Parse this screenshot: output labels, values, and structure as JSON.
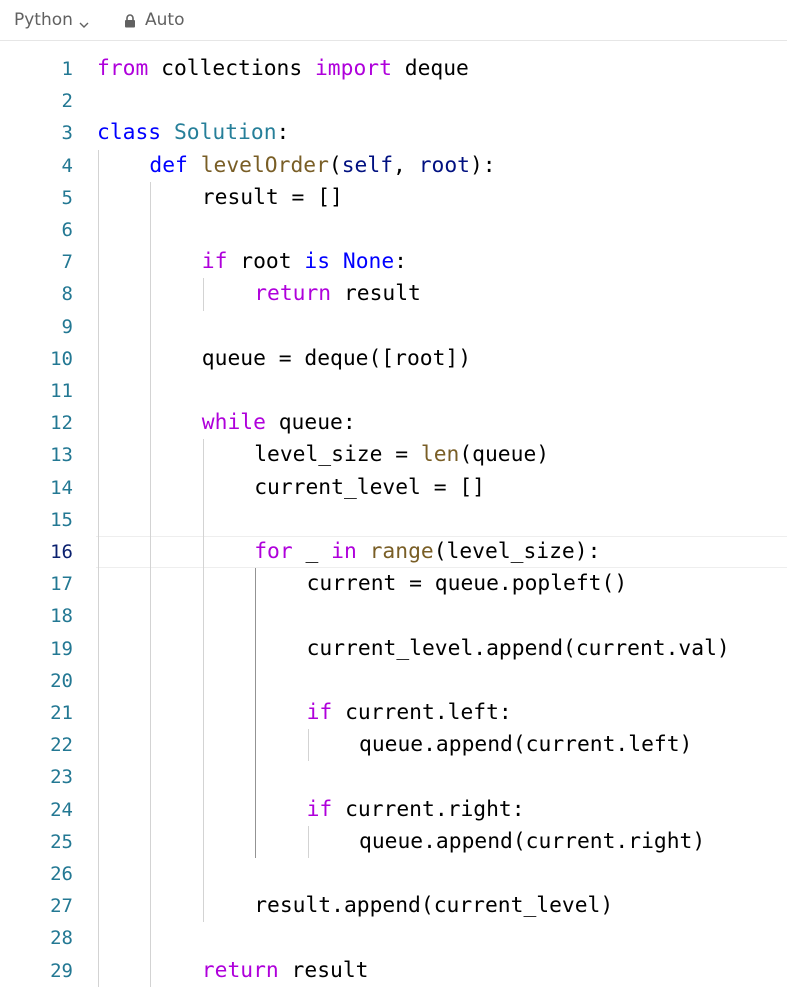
{
  "toolbar": {
    "language": "Python",
    "mode": "Auto",
    "icons": {
      "chevron": "chevron-down-icon",
      "lock": "lock-icon"
    }
  },
  "editor": {
    "active_line": 16,
    "colors": {
      "keyword": "#af00db",
      "builtin_keyword": "#0000ff",
      "class_name": "#267f99",
      "function_name": "#795e26",
      "parameter": "#001080",
      "line_number": "#237893"
    },
    "lines": [
      {
        "n": "1",
        "indent": 0,
        "tokens": [
          [
            "kw",
            "from"
          ],
          [
            "t",
            " collections "
          ],
          [
            "kw",
            "import"
          ],
          [
            "t",
            " deque"
          ]
        ]
      },
      {
        "n": "2",
        "indent": 0,
        "tokens": []
      },
      {
        "n": "3",
        "indent": 0,
        "tokens": [
          [
            "kb",
            "class"
          ],
          [
            "t",
            " "
          ],
          [
            "cls",
            "Solution"
          ],
          [
            "t",
            ":"
          ]
        ]
      },
      {
        "n": "4",
        "indent": 1,
        "tokens": [
          [
            "kb",
            "def"
          ],
          [
            "t",
            " "
          ],
          [
            "fn",
            "levelOrder"
          ],
          [
            "t",
            "("
          ],
          [
            "pm",
            "self"
          ],
          [
            "t",
            ", "
          ],
          [
            "pm",
            "root"
          ],
          [
            "t",
            "):"
          ]
        ]
      },
      {
        "n": "5",
        "indent": 2,
        "tokens": [
          [
            "t",
            "result = []"
          ]
        ]
      },
      {
        "n": "6",
        "indent": 0,
        "tokens": []
      },
      {
        "n": "7",
        "indent": 2,
        "tokens": [
          [
            "kw",
            "if"
          ],
          [
            "t",
            " root "
          ],
          [
            "kb",
            "is"
          ],
          [
            "t",
            " "
          ],
          [
            "kb",
            "None"
          ],
          [
            "t",
            ":"
          ]
        ]
      },
      {
        "n": "8",
        "indent": 3,
        "tokens": [
          [
            "kw",
            "return"
          ],
          [
            "t",
            " result"
          ]
        ]
      },
      {
        "n": "9",
        "indent": 0,
        "tokens": []
      },
      {
        "n": "10",
        "indent": 2,
        "tokens": [
          [
            "t",
            "queue = deque([root])"
          ]
        ]
      },
      {
        "n": "11",
        "indent": 0,
        "tokens": []
      },
      {
        "n": "12",
        "indent": 2,
        "tokens": [
          [
            "kw",
            "while"
          ],
          [
            "t",
            " queue:"
          ]
        ]
      },
      {
        "n": "13",
        "indent": 3,
        "tokens": [
          [
            "t",
            "level_size = "
          ],
          [
            "fn",
            "len"
          ],
          [
            "t",
            "(queue)"
          ]
        ]
      },
      {
        "n": "14",
        "indent": 3,
        "tokens": [
          [
            "t",
            "current_level = []"
          ]
        ]
      },
      {
        "n": "15",
        "indent": 0,
        "tokens": []
      },
      {
        "n": "16",
        "indent": 3,
        "tokens": [
          [
            "kw",
            "for"
          ],
          [
            "t",
            " _ "
          ],
          [
            "kw",
            "in"
          ],
          [
            "t",
            " "
          ],
          [
            "fn",
            "range"
          ],
          [
            "t",
            "(level_size):"
          ]
        ]
      },
      {
        "n": "17",
        "indent": 4,
        "tokens": [
          [
            "t",
            "current = queue.popleft()"
          ]
        ]
      },
      {
        "n": "18",
        "indent": 0,
        "tokens": []
      },
      {
        "n": "19",
        "indent": 4,
        "tokens": [
          [
            "t",
            "current_level.append(current.val)"
          ]
        ]
      },
      {
        "n": "20",
        "indent": 0,
        "tokens": []
      },
      {
        "n": "21",
        "indent": 4,
        "tokens": [
          [
            "kw",
            "if"
          ],
          [
            "t",
            " current.left:"
          ]
        ]
      },
      {
        "n": "22",
        "indent": 5,
        "tokens": [
          [
            "t",
            "queue.append(current.left)"
          ]
        ]
      },
      {
        "n": "23",
        "indent": 0,
        "tokens": []
      },
      {
        "n": "24",
        "indent": 4,
        "tokens": [
          [
            "kw",
            "if"
          ],
          [
            "t",
            " current.right:"
          ]
        ]
      },
      {
        "n": "25",
        "indent": 5,
        "tokens": [
          [
            "t",
            "queue.append(current.right)"
          ]
        ]
      },
      {
        "n": "26",
        "indent": 0,
        "tokens": []
      },
      {
        "n": "27",
        "indent": 3,
        "tokens": [
          [
            "t",
            "result.append(current_level)"
          ]
        ]
      },
      {
        "n": "28",
        "indent": 0,
        "tokens": []
      },
      {
        "n": "29",
        "indent": 2,
        "tokens": [
          [
            "kw",
            "return"
          ],
          [
            "t",
            " result"
          ]
        ]
      }
    ]
  }
}
